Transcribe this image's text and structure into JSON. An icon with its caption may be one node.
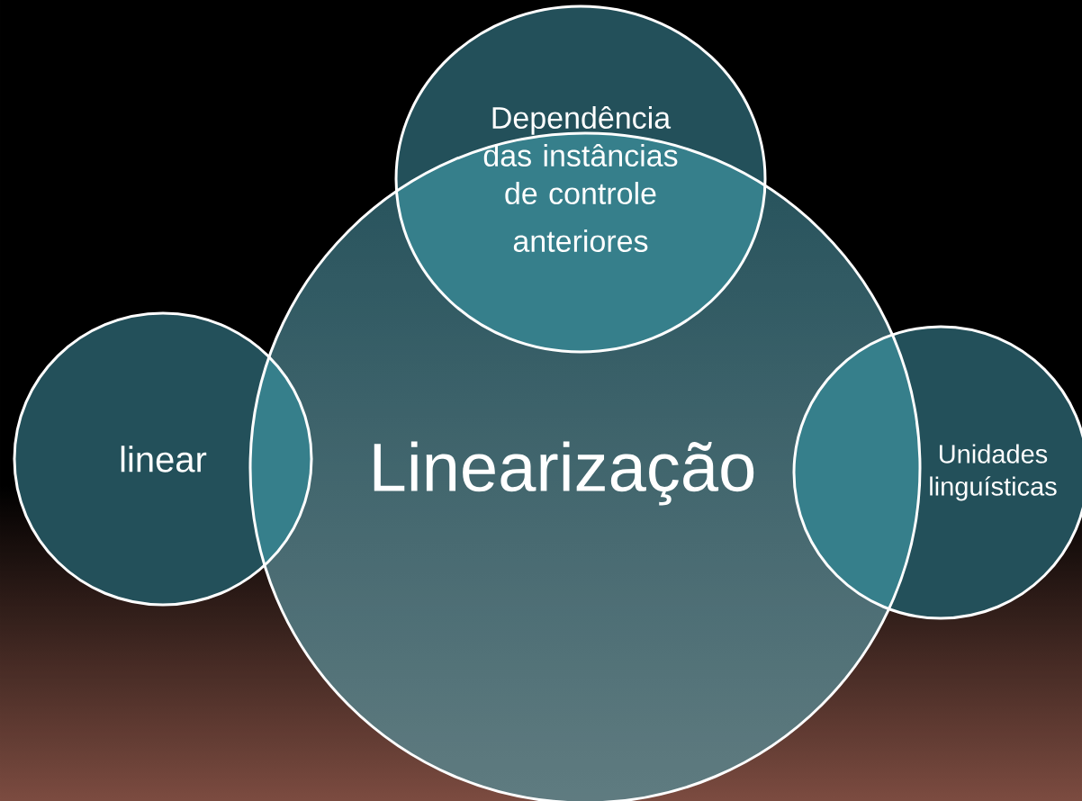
{
  "diagram": {
    "nodes": [
      {
        "text": [
          "Dependência das instâncias de controle",
          "anteriores"
        ]
      },
      {
        "text": [
          "linear"
        ]
      },
      {
        "text": [
          "Linearização"
        ]
      },
      {
        "text": [
          "Unidades linguísticas"
        ]
      }
    ]
  }
}
